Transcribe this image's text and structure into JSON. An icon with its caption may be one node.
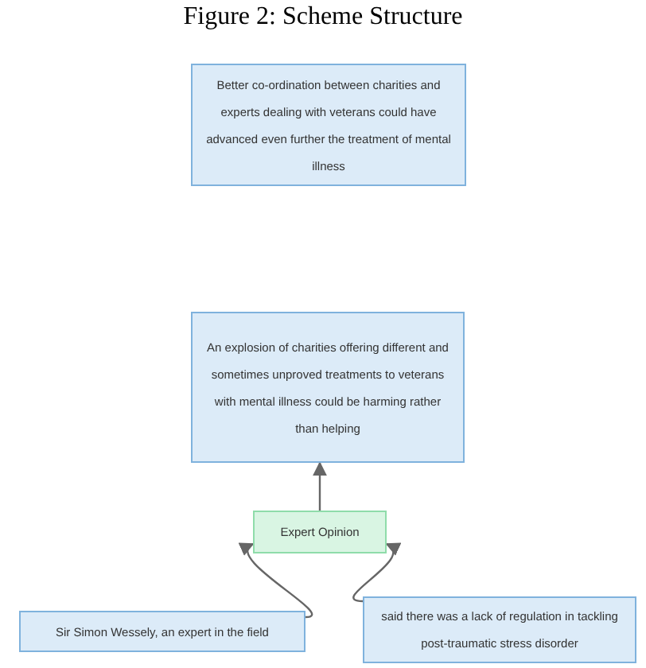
{
  "diagram": {
    "title": "Figure 2: Scheme Structure",
    "nodes": [
      {
        "text": [
          "Better co-ordination between charities and experts dealing with veterans could have advanced even further the treatment of mental illness"
        ]
      },
      {
        "text": [
          "An explosion of charities offering different and sometimes unproved treatments to veterans with mental illness could be harming rather than helping"
        ]
      },
      {
        "text": [
          "Expert Opinion"
        ]
      },
      {
        "text": [
          "Sir Simon Wessely, an expert in the field"
        ]
      },
      {
        "text": [
          "said there was a lack of regulation in tackling post-traumatic stress disorder"
        ]
      }
    ],
    "edges": [
      {
        "from": 2,
        "to": 1,
        "arrow": "to"
      },
      {
        "from": 3,
        "to": 2,
        "arrow": "to"
      },
      {
        "from": 4,
        "to": 2,
        "arrow": "to"
      }
    ]
  }
}
